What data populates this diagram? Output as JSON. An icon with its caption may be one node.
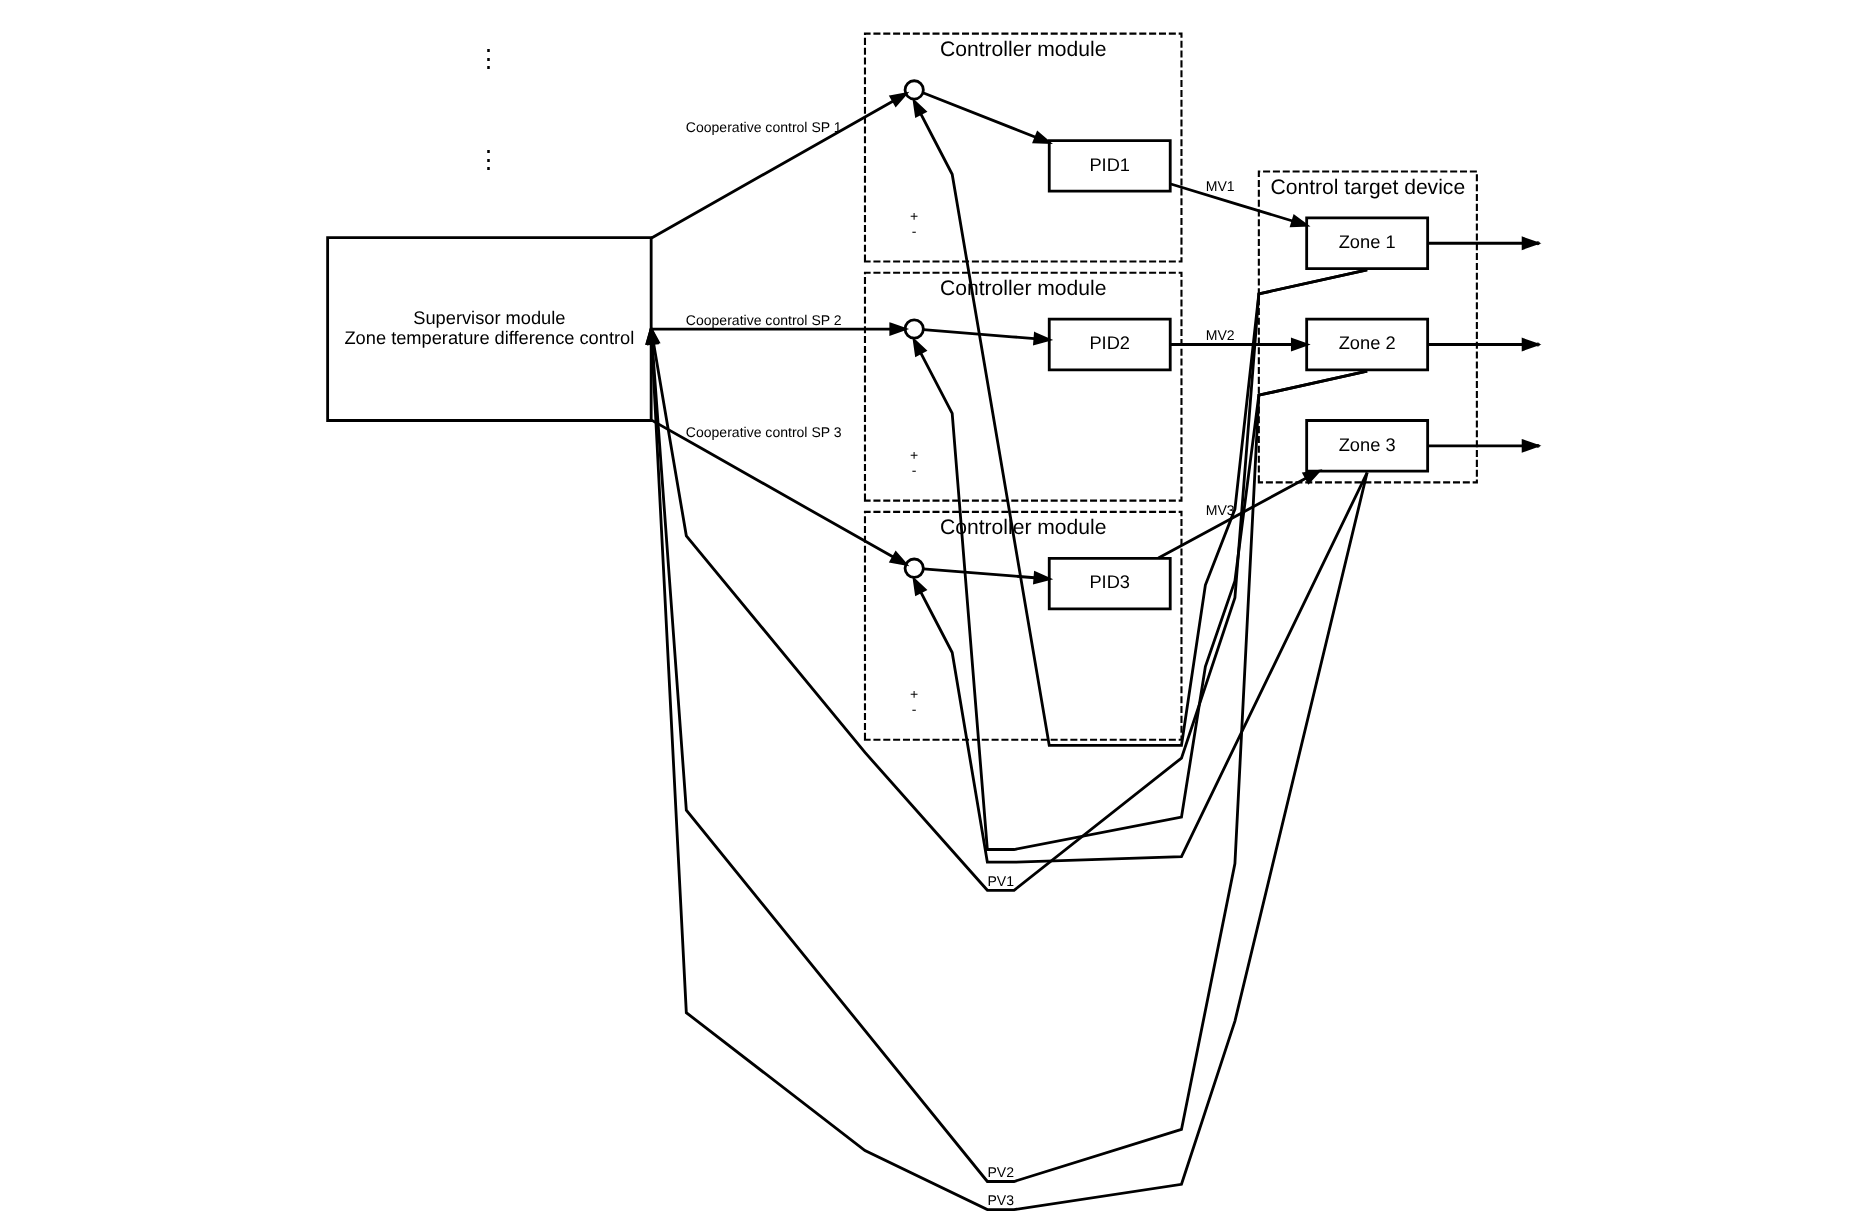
{
  "diagram": {
    "nodes": [
      {
        "text": [
          "Supervisor module",
          "Zone temperature difference control"
        ]
      },
      {
        "text": [
          "Controller module"
        ]
      },
      {
        "text": [],
        "shape": "circle",
        "in": 1,
        "beside": [
          "+",
          "-"
        ]
      },
      {
        "text": [
          "PID1"
        ],
        "in": 1
      },
      {
        "text": [
          "Controller module"
        ]
      },
      {
        "text": [],
        "shape": "circle",
        "in": 4,
        "beside": [
          "+",
          "-"
        ]
      },
      {
        "text": [
          "PID2"
        ],
        "in": 4
      },
      {
        "text": [
          "Controller module"
        ]
      },
      {
        "text": [],
        "shape": "circle",
        "in": 7,
        "beside": [
          "+",
          "-"
        ]
      },
      {
        "text": [
          "PID3"
        ],
        "in": 7
      },
      {
        "text": [
          "Control target device"
        ]
      },
      {
        "text": [
          "Zone 1"
        ],
        "in": 10
      },
      {
        "text": [
          "Zone 2"
        ],
        "in": 10
      },
      {
        "text": [
          "Zone 3"
        ],
        "in": 10
      }
    ],
    "edges": [
      {
        "from": 0,
        "to": 2,
        "arrow": "to",
        "label": "Cooperative control SP 1"
      },
      {
        "from": 2,
        "to": 3,
        "arrow": "to"
      },
      {
        "from": 3,
        "to": 11,
        "arrow": "to",
        "label": "MV1"
      },
      {
        "from": 11,
        "to": null,
        "arrow": "to"
      },
      {
        "from": 11,
        "to": 0,
        "arrow": "to",
        "label": "PV1"
      },
      {
        "from": 11,
        "to": 2,
        "arrow": "to"
      },
      {
        "from": 0,
        "to": 5,
        "arrow": "to",
        "label": "Cooperative control SP 2"
      },
      {
        "from": 5,
        "to": 6,
        "arrow": "to"
      },
      {
        "from": 6,
        "to": 12,
        "arrow": "to",
        "label": "MV2"
      },
      {
        "from": 12,
        "to": null,
        "arrow": "to"
      },
      {
        "from": 12,
        "to": 0,
        "arrow": "to",
        "label": "PV2"
      },
      {
        "from": 12,
        "to": 5,
        "arrow": "to"
      },
      {
        "from": 0,
        "to": 8,
        "arrow": "to",
        "label": "Cooperative control SP 3"
      },
      {
        "from": 8,
        "to": 9,
        "arrow": "to"
      },
      {
        "from": 9,
        "to": 13,
        "arrow": "to",
        "label": "MV3"
      },
      {
        "from": 13,
        "to": null,
        "arrow": "to"
      },
      {
        "from": 13,
        "to": 0,
        "arrow": "to",
        "label": "PV3"
      },
      {
        "from": 13,
        "to": 8,
        "arrow": "to"
      }
    ],
    "labels": [
      "⋮",
      "⋮"
    ]
  }
}
